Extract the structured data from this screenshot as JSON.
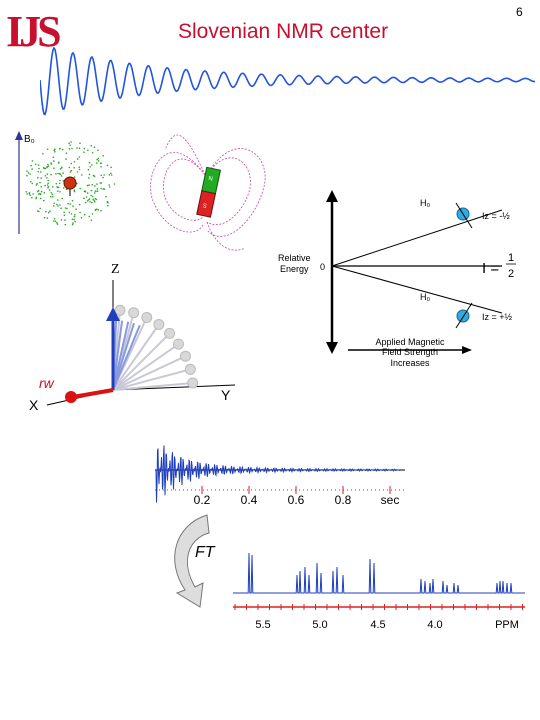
{
  "header": {
    "logo_text": "IJS",
    "title": "Slovenian NMR center",
    "page_number": "6"
  },
  "b0_panel": {
    "b0_label": "B₀"
  },
  "energy_diagram": {
    "top_field_label": "H₀",
    "top_state_label": "Iz = -½",
    "y_axis_label_line1": "Relative",
    "y_axis_label_line2": "Energy",
    "zero_label": "0",
    "spin_label_i": "I =",
    "spin_label_num": "1",
    "spin_label_den": "2",
    "bottom_field_label": "H₀",
    "bottom_state_label": "Iz = +½",
    "x_axis_line1": "Applied Magnetic",
    "x_axis_line2": "Field Strength",
    "x_axis_line3": "Increases"
  },
  "rotation_panel": {
    "z_label": "Z",
    "y_label": "Y",
    "x_label": "X",
    "rf_label": "rw"
  },
  "fid_chart": {
    "ticks": [
      "0.2",
      "0.4",
      "0.6",
      "0.8",
      "sec"
    ]
  },
  "ft_label": "FT",
  "spectrum_chart": {
    "ticks": [
      "5.5",
      "5.0",
      "4.5",
      "4.0",
      "PPM"
    ]
  },
  "colors": {
    "accent_red": "#c8102e",
    "signal_blue": "#1f3fbf",
    "dot_green": "#22aa22"
  }
}
